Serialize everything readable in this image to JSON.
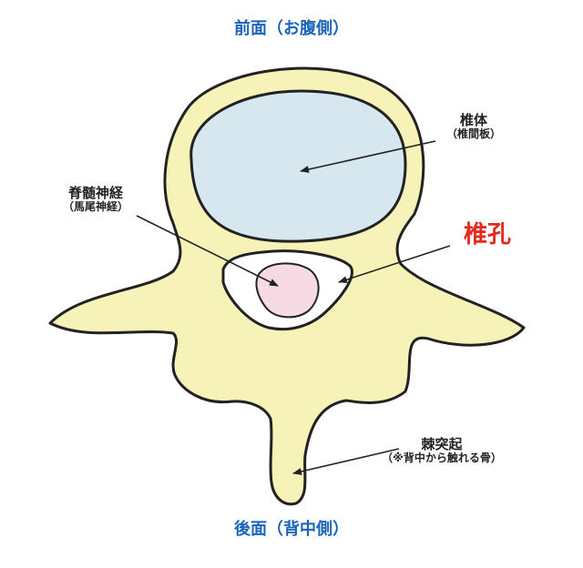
{
  "top_label": "前面（お腹側）",
  "bottom_label": "後面（背中側）",
  "vertebral_body": {
    "title": "椎体",
    "subtitle": "（椎間板）"
  },
  "spinal_nerve": {
    "title": "脊髄神経",
    "subtitle": "（馬尾神経）"
  },
  "foramen": {
    "title": "椎孔"
  },
  "spinous_process": {
    "title": "棘突起",
    "subtitle": "（※背中から触れる骨）"
  },
  "colors": {
    "bone": "#f6f2b8",
    "body_fill": "#d6e7ef",
    "nerve": "#f6dbe5",
    "canal": "#ffffff",
    "outline": "#222222",
    "heading_blue": "#1a63b8",
    "accent_red": "#e42a1f"
  }
}
